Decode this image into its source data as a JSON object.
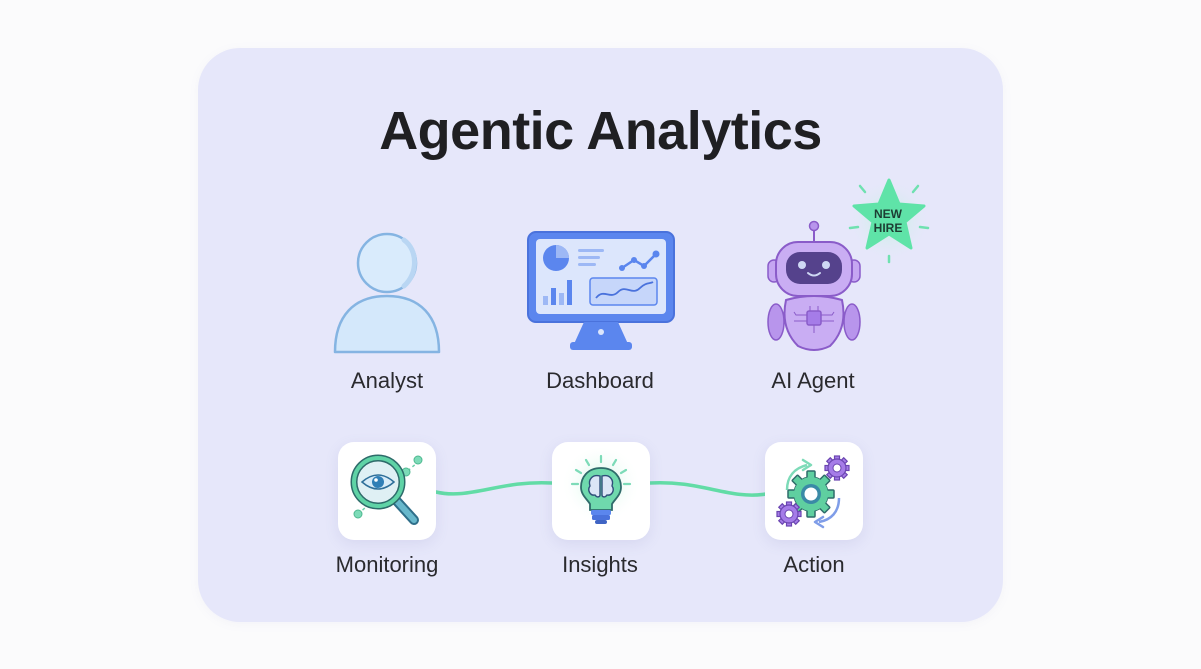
{
  "title": "Agentic Analytics",
  "entities": [
    {
      "label": "Analyst",
      "icon": "person-icon"
    },
    {
      "label": "Dashboard",
      "icon": "monitor-dashboard-icon"
    },
    {
      "label": "AI Agent",
      "icon": "robot-icon"
    }
  ],
  "badge": {
    "line1": "NEW",
    "line2": "HIRE",
    "color": "#5fe3a8"
  },
  "steps": [
    {
      "label": "Monitoring",
      "icon": "magnifier-eye-icon"
    },
    {
      "label": "Insights",
      "icon": "lightbulb-brain-icon"
    },
    {
      "label": "Action",
      "icon": "gears-cycle-icon"
    }
  ],
  "colors": {
    "card_bg": "#e6e7fa",
    "title": "#1f1f22",
    "accent_green": "#5fd9a3",
    "accent_blue": "#4f7cf0",
    "accent_purple": "#a57ce8"
  }
}
